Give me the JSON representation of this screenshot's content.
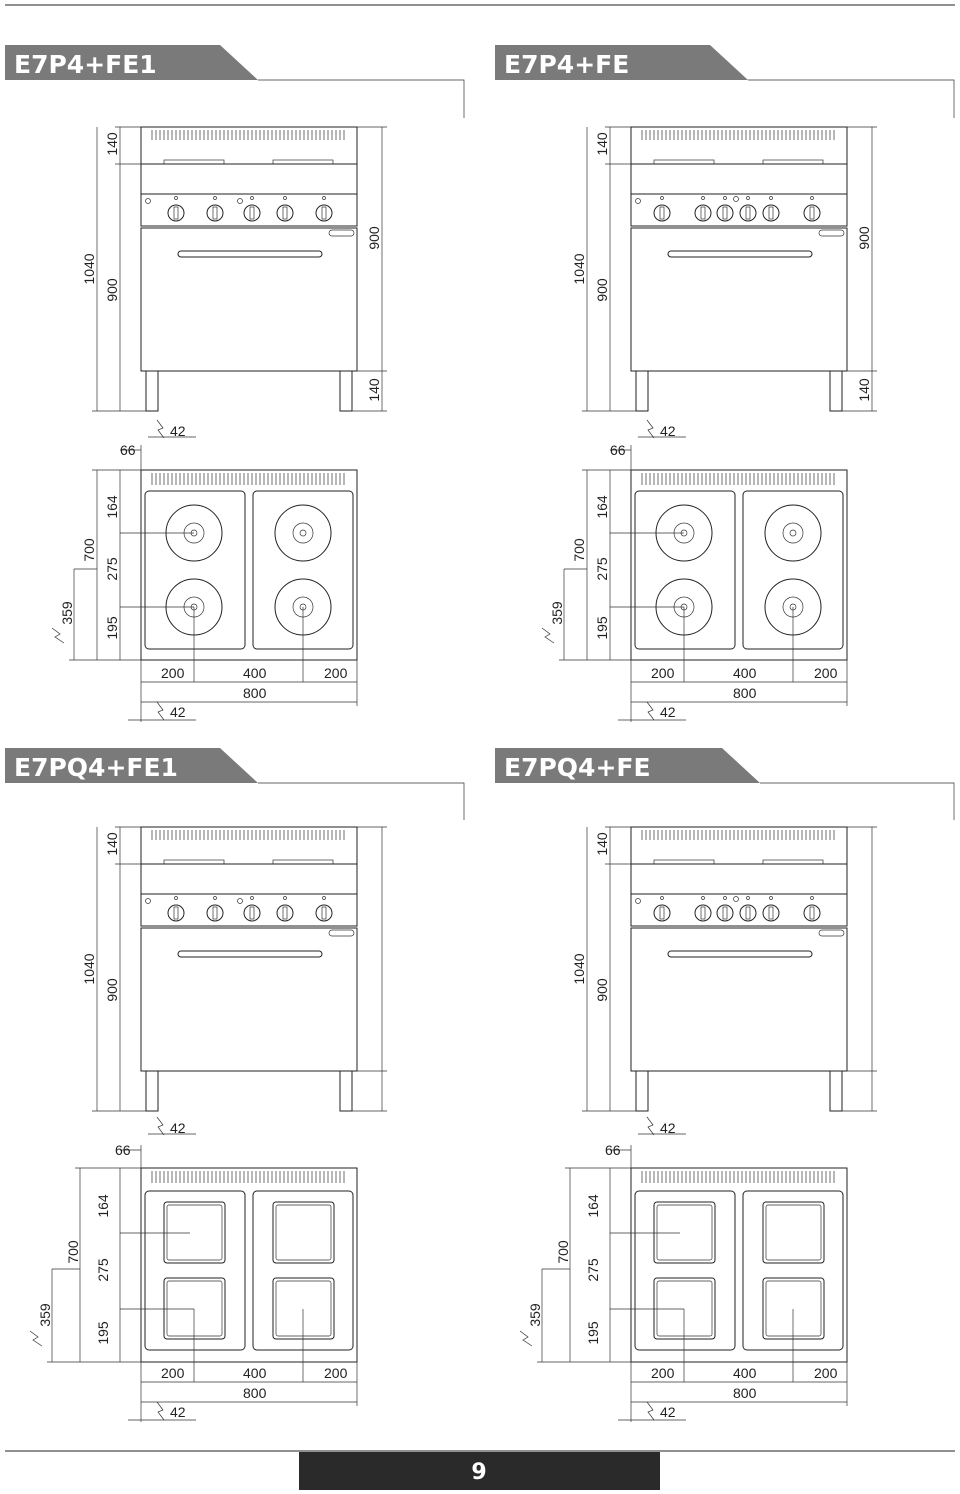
{
  "page_number": "9",
  "colors": {
    "banner": "#7a7a7a",
    "page_bar": "#2a2a2a",
    "line": "#222222"
  },
  "models": [
    {
      "title": "E7P4+FE1",
      "plate_shape": "round",
      "front": {
        "overall_height": "1040",
        "body_height": "900",
        "top_height": "140",
        "right_height": "900",
        "right_top": "140",
        "leg": "42"
      },
      "top": {
        "offset": "66",
        "depth": "700",
        "d164": "164",
        "d275": "275",
        "d195": "195",
        "supply": "359",
        "w200a": "200",
        "w400": "400",
        "w200b": "200",
        "width": "800",
        "leg": "42"
      }
    },
    {
      "title": "E7P4+FE",
      "plate_shape": "round",
      "front": {
        "overall_height": "1040",
        "body_height": "900",
        "top_height": "140",
        "right_height": "900",
        "right_top": "140",
        "leg": "42"
      },
      "top": {
        "offset": "66",
        "depth": "700",
        "d164": "164",
        "d275": "275",
        "d195": "195",
        "supply": "359",
        "w200a": "200",
        "w400": "400",
        "w200b": "200",
        "width": "800",
        "leg": "42"
      }
    },
    {
      "title": "E7PQ4+FE1",
      "plate_shape": "square",
      "front": {
        "overall_height": "1040",
        "body_height": "900",
        "top_height": "140",
        "leg": "42"
      },
      "top": {
        "offset": "66",
        "depth": "700",
        "d164": "164",
        "d275": "275",
        "d195": "195",
        "supply": "359",
        "w200a": "200",
        "w400": "400",
        "w200b": "200",
        "width": "800",
        "leg": "42"
      }
    },
    {
      "title": "E7PQ4+FE",
      "plate_shape": "square",
      "front": {
        "overall_height": "1040",
        "body_height": "900",
        "top_height": "140",
        "leg": "42"
      },
      "top": {
        "offset": "66",
        "depth": "700",
        "d164": "164",
        "d275": "275",
        "d195": "195",
        "supply": "359",
        "w200a": "200",
        "w400": "400",
        "w200b": "200",
        "width": "800",
        "leg": "42"
      }
    }
  ]
}
